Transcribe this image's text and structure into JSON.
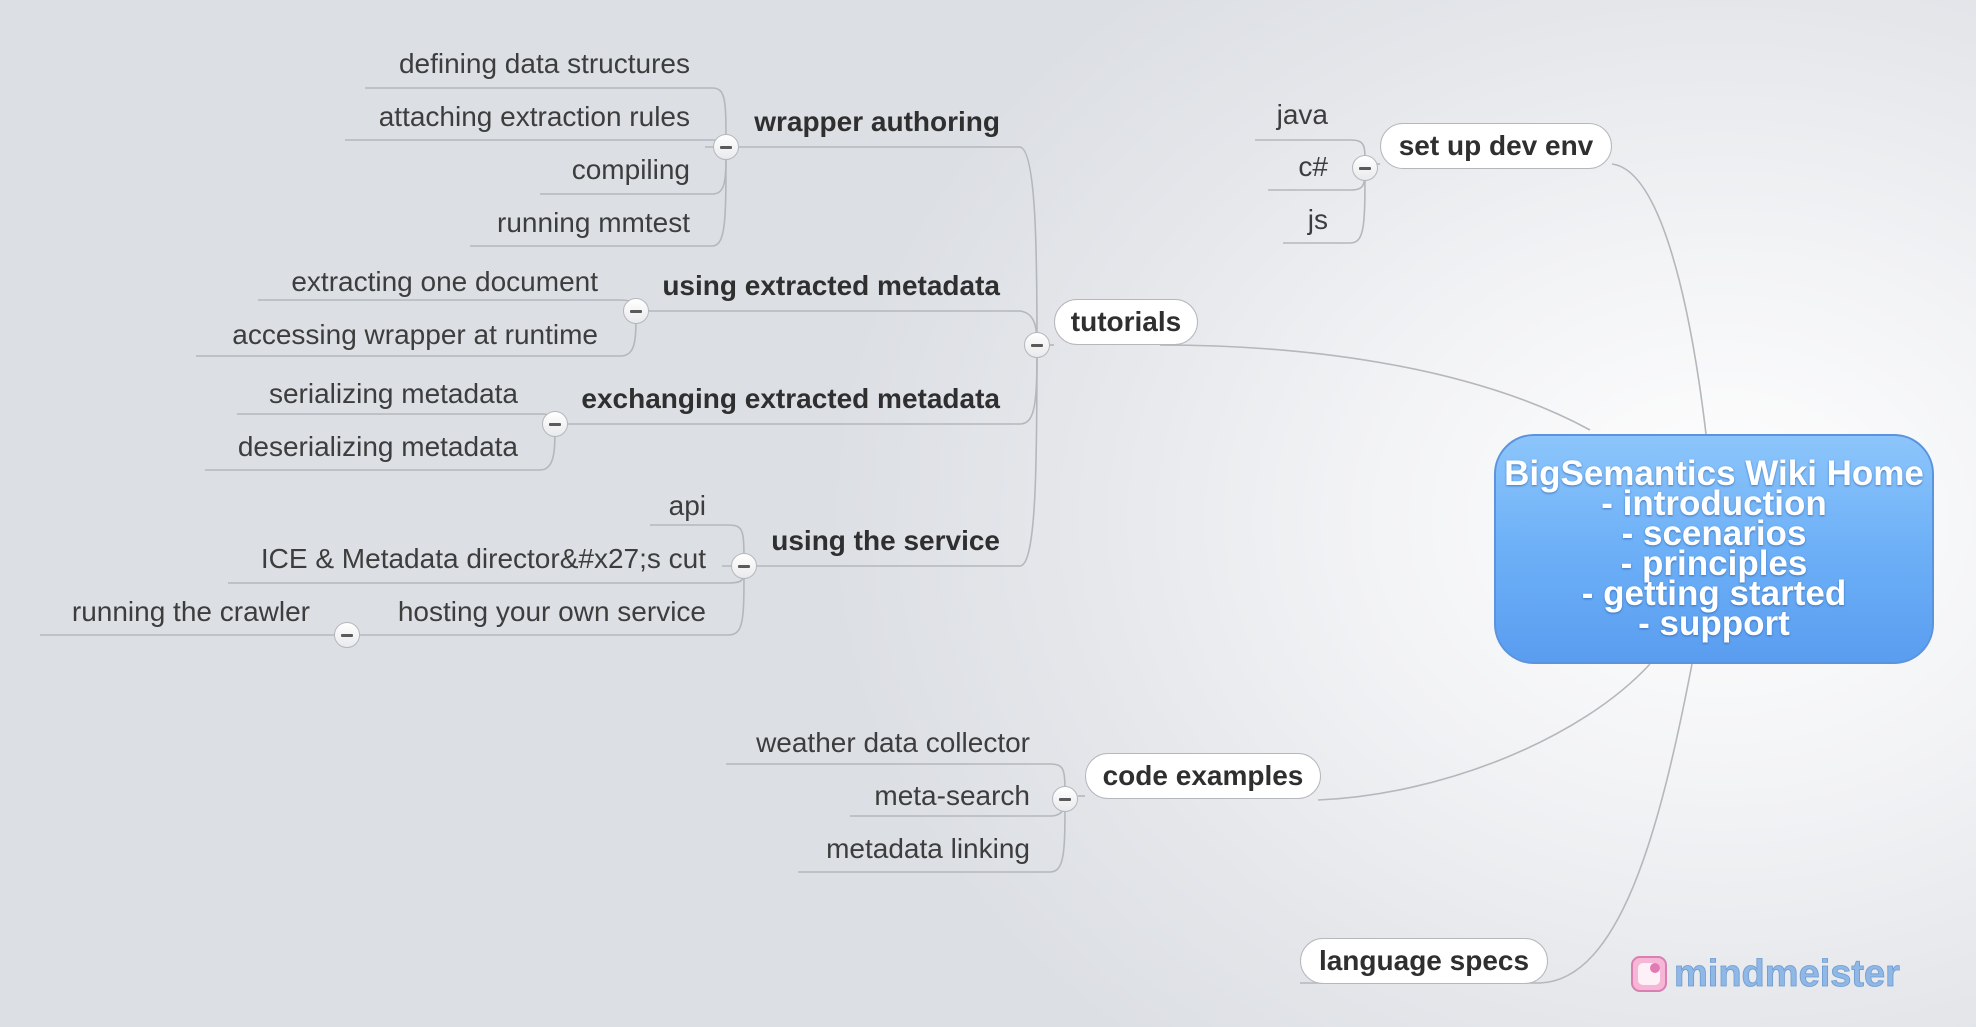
{
  "root": {
    "lines": [
      "BigSemantics Wiki Home",
      "- introduction",
      "- scenarios",
      "- principles",
      "- getting started",
      "- support"
    ]
  },
  "tutorials": {
    "label": "tutorials",
    "wrapper_authoring": {
      "label": "wrapper authoring",
      "items": [
        "defining data structures",
        "attaching extraction rules",
        "compiling",
        "running mmtest"
      ]
    },
    "using_extracted_metadata": {
      "label": "using extracted metadata",
      "items": [
        "extracting one document",
        "accessing wrapper at runtime"
      ]
    },
    "exchanging_extracted_metadata": {
      "label": "exchanging extracted metadata",
      "items": [
        "serializing metadata",
        "deserializing metadata"
      ]
    },
    "using_the_service": {
      "label": "using the service",
      "items": [
        "api",
        "ICE & Metadata director&#x27;s cut",
        "hosting your own service"
      ],
      "hosting_children": [
        "running the crawler"
      ]
    }
  },
  "set_up_dev_env": {
    "label": "set up dev env",
    "items": [
      "java",
      "c#",
      "js"
    ]
  },
  "code_examples": {
    "label": "code examples",
    "items": [
      "weather data collector",
      "meta-search",
      "metadata linking"
    ]
  },
  "language_specs": {
    "label": "language specs"
  },
  "logo": {
    "part1": "mind",
    "part2": "meister"
  },
  "colors": {
    "central_fill": "#6db0f7",
    "line": "#b4b7bc",
    "logo_blue": "#8fb8e6"
  }
}
